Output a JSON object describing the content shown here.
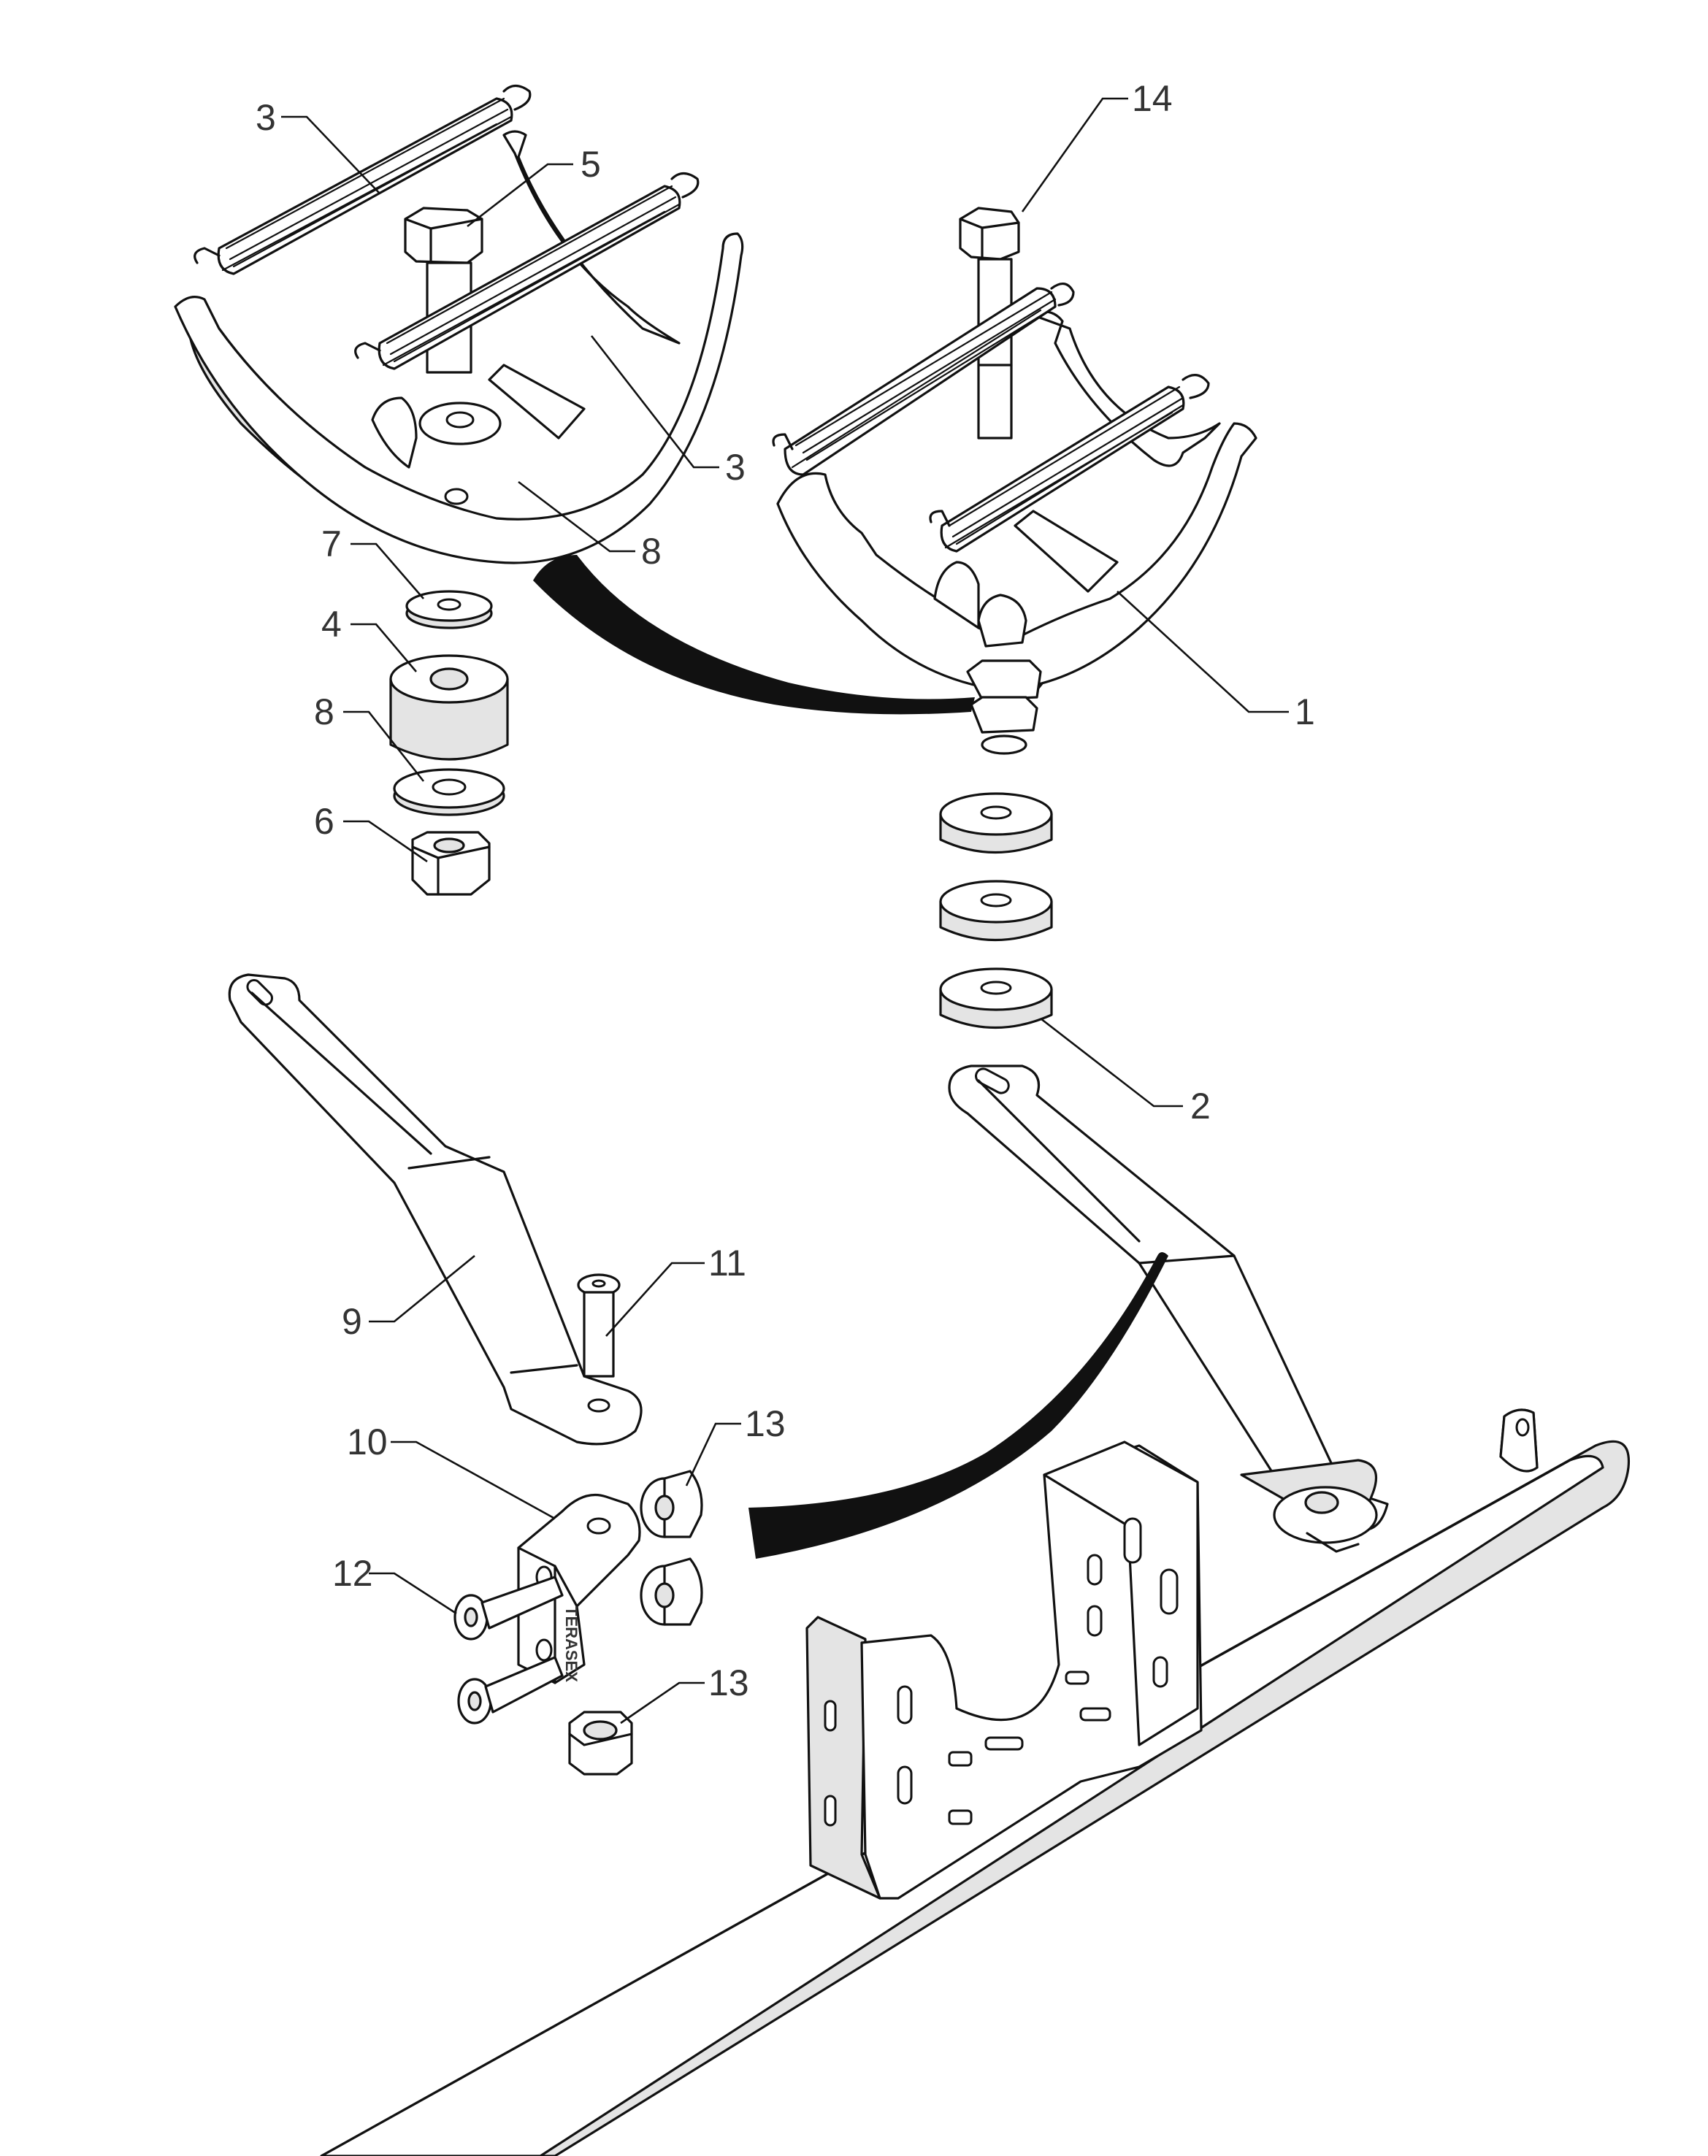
{
  "callouts": [
    {
      "id": "c3a",
      "label": "3"
    },
    {
      "id": "c5",
      "label": "5"
    },
    {
      "id": "c14",
      "label": "14"
    },
    {
      "id": "c3b",
      "label": "3"
    },
    {
      "id": "c8a",
      "label": "8"
    },
    {
      "id": "c7",
      "label": "7"
    },
    {
      "id": "c4",
      "label": "4"
    },
    {
      "id": "c8b",
      "label": "8"
    },
    {
      "id": "c6",
      "label": "6"
    },
    {
      "id": "c1",
      "label": "1"
    },
    {
      "id": "c2",
      "label": "2"
    },
    {
      "id": "c11",
      "label": "11"
    },
    {
      "id": "c9",
      "label": "9"
    },
    {
      "id": "c10",
      "label": "10"
    },
    {
      "id": "c13a",
      "label": "13"
    },
    {
      "id": "c12",
      "label": "12"
    },
    {
      "id": "c13b",
      "label": "13"
    }
  ],
  "bracket_marking": "TERASEX",
  "colors": {
    "line": "#111111",
    "callout_text": "#333333",
    "shade": "#e4e4e4",
    "background": "#ffffff"
  }
}
